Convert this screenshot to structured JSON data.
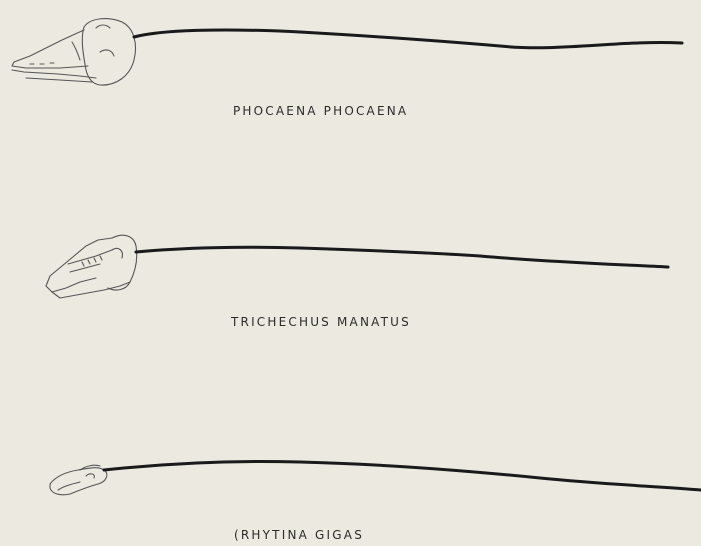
{
  "figures": [
    {
      "species": "PHOCAENA PHOCAENA"
    },
    {
      "species": "TRICHECHUS MANATUS"
    },
    {
      "species": "(RHYTINA GIGAS"
    }
  ]
}
